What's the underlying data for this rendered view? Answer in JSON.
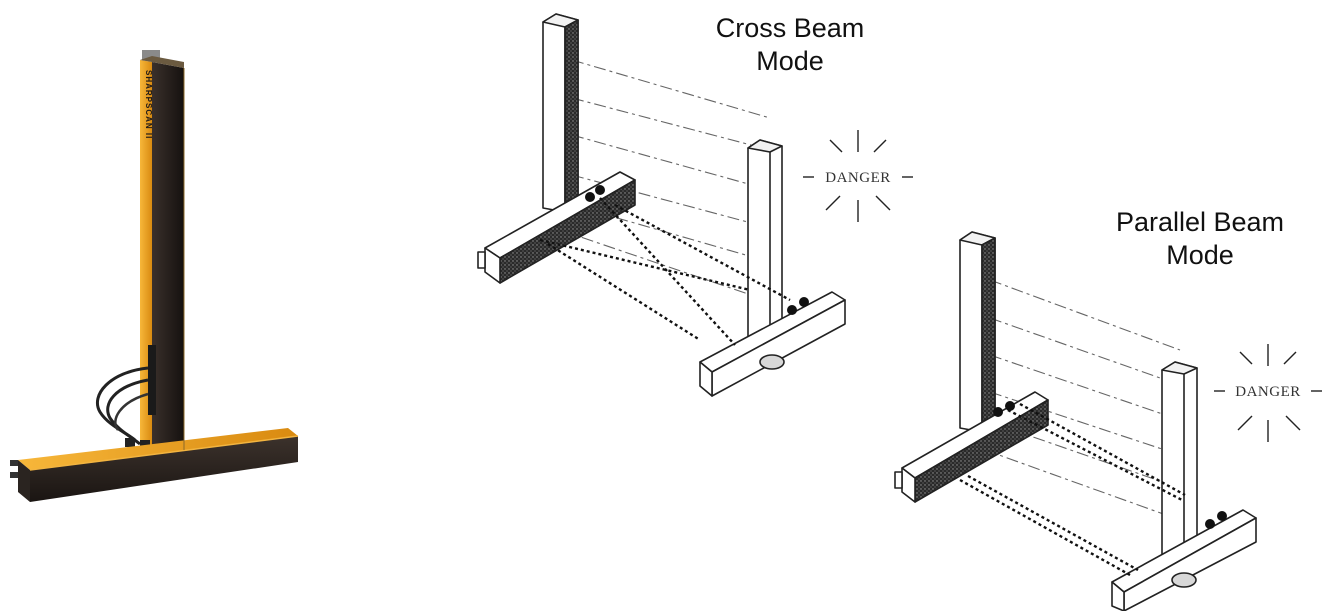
{
  "photo": {
    "product_brand": "SHARPSCAN II",
    "color_amber": "#f0a11e",
    "color_black": "#1f1a17"
  },
  "cross_beam": {
    "title_line1": "Cross Beam",
    "title_line2": "Mode",
    "warning": "DANGER"
  },
  "parallel_beam": {
    "title_line1": "Parallel Beam",
    "title_line2": "Mode",
    "warning": "DANGER"
  }
}
